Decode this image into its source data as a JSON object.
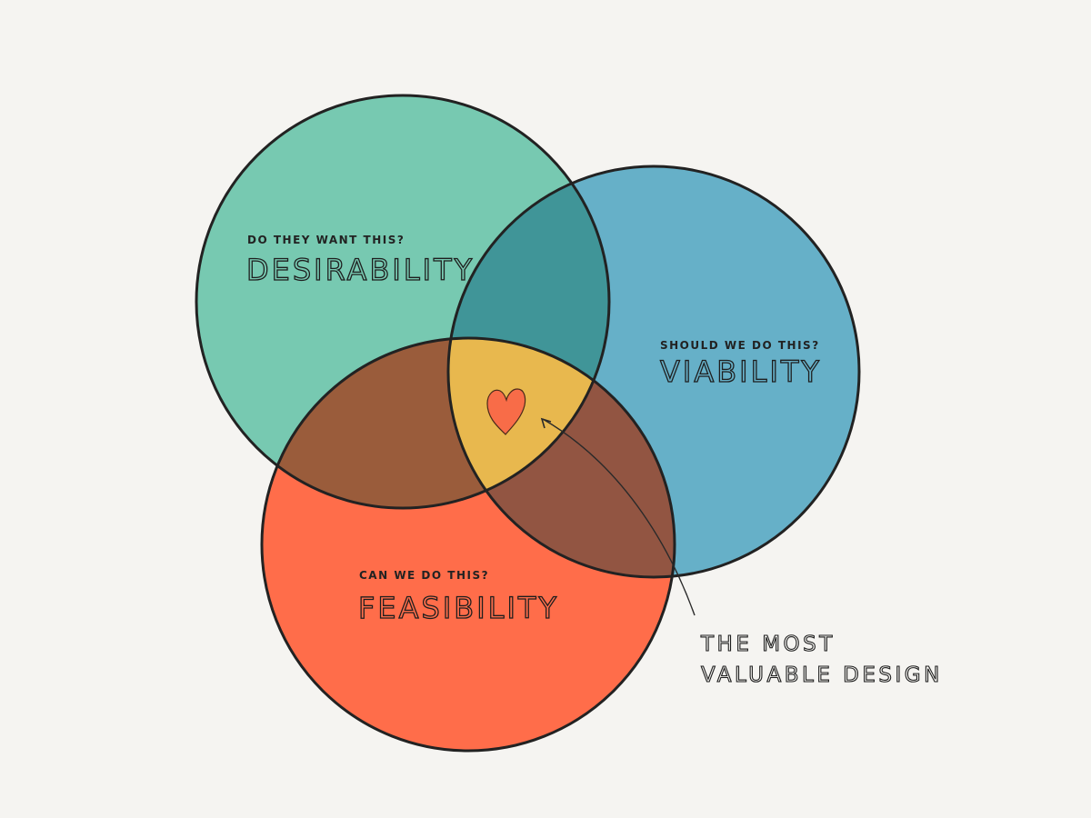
{
  "colors": {
    "background": "#f5f4f1",
    "desirability": "#77c9b1",
    "viability": "#66b0c8",
    "feasibility": "#ff6d4a",
    "desirability_viability": "#409598",
    "desirability_feasibility": "#9a5c3b",
    "viability_feasibility": "#925542",
    "center": "#e8b84e",
    "heart": "#f86c48"
  },
  "sets": {
    "desirability": {
      "question": "DO THEY WANT THIS?",
      "label": "DESIRABILITY"
    },
    "viability": {
      "question": "SHOULD WE DO THIS?",
      "label": "VIABILITY"
    },
    "feasibility": {
      "question": "CAN WE DO THIS?",
      "label": "FEASIBILITY"
    }
  },
  "center": {
    "icon": "heart-icon"
  },
  "annotation": {
    "line1": "THE MOST",
    "line2": "VALUABLE DESIGN"
  }
}
